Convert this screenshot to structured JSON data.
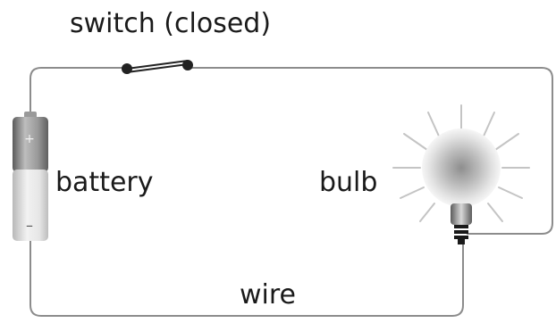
{
  "labels": {
    "switch": "switch (closed)",
    "battery": "battery",
    "bulb": "bulb",
    "wire": "wire"
  },
  "battery_marks": {
    "positive": "+",
    "negative": "–"
  },
  "colors": {
    "wire": "#8c8c8c",
    "text": "#1a1a1a",
    "bulb_glow": "#9a9a9a",
    "rays": "#c4c4c4",
    "switch": "#222222"
  },
  "icons": {
    "battery": "battery-icon",
    "bulb": "light-bulb-icon",
    "switch": "switch-icon"
  }
}
